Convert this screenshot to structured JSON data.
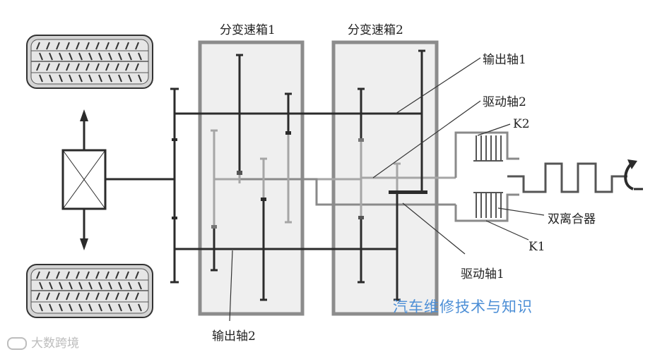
{
  "labels": {
    "gearbox1": "分变速箱1",
    "gearbox2": "分变速箱2",
    "output_shaft1": "输出轴1",
    "drive_shaft2": "驱动轴2",
    "k2": "K2",
    "dual_clutch": "双离合器",
    "k1": "K1",
    "drive_shaft1": "驱动轴1",
    "output_shaft2": "输出轴2"
  },
  "watermarks": {
    "blue_text": "汽车维修技术与知识",
    "grey_text": "大数跨境"
  },
  "colors": {
    "dark_shaft": "#2b2b2b",
    "light_shaft": "#a6a6a6",
    "mid_shaft": "#8a8a8a",
    "box_border": "#8c8c8c",
    "box_fill": "#efefef",
    "watermark_blue": "#4d8fd6",
    "watermark_grey": "#bdbdbd"
  }
}
